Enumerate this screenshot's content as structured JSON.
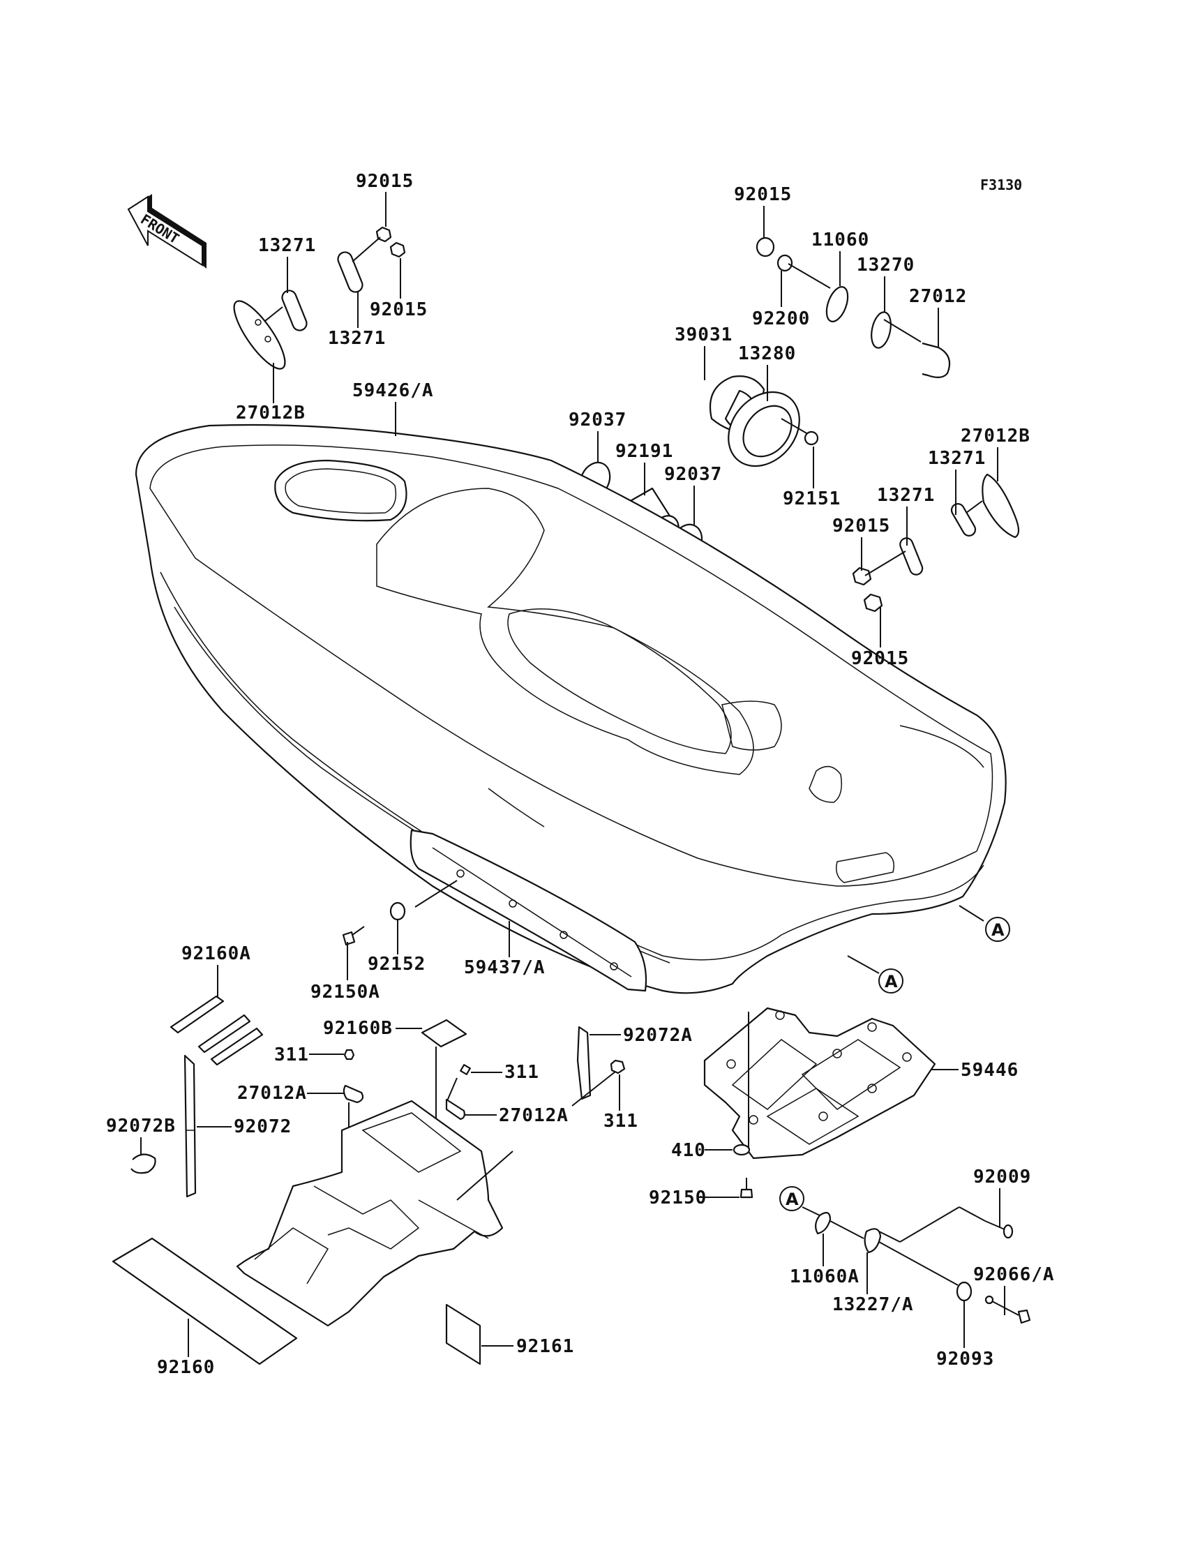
{
  "diagram": {
    "figure_code": "F3130",
    "front_indicator": "FRONT",
    "reference_marker": "A",
    "labels": [
      {
        "id": "p92015_a",
        "text": "92015"
      },
      {
        "id": "p13271_a",
        "text": "13271"
      },
      {
        "id": "p92015_b",
        "text": "92015"
      },
      {
        "id": "p13271_b",
        "text": "13271"
      },
      {
        "id": "p27012B_a",
        "text": "27012B"
      },
      {
        "id": "p59426A",
        "text": "59426/A"
      },
      {
        "id": "p92015_c",
        "text": "92015"
      },
      {
        "id": "p11060",
        "text": "11060"
      },
      {
        "id": "p13270",
        "text": "13270"
      },
      {
        "id": "p27012",
        "text": "27012"
      },
      {
        "id": "p92200",
        "text": "92200"
      },
      {
        "id": "p39031",
        "text": "39031"
      },
      {
        "id": "p13280",
        "text": "13280"
      },
      {
        "id": "p92037_a",
        "text": "92037"
      },
      {
        "id": "p92191",
        "text": "92191"
      },
      {
        "id": "p92037_b",
        "text": "92037"
      },
      {
        "id": "p92151",
        "text": "92151"
      },
      {
        "id": "p27012B_b",
        "text": "27012B"
      },
      {
        "id": "p13271_c",
        "text": "13271"
      },
      {
        "id": "p13271_d",
        "text": "13271"
      },
      {
        "id": "p92015_d",
        "text": "92015"
      },
      {
        "id": "p92015_e",
        "text": "92015"
      },
      {
        "id": "p92160A",
        "text": "92160A"
      },
      {
        "id": "p92150A",
        "text": "92150A"
      },
      {
        "id": "p92152",
        "text": "92152"
      },
      {
        "id": "p59437A",
        "text": "59437/A"
      },
      {
        "id": "p92160B",
        "text": "92160B"
      },
      {
        "id": "p311_a",
        "text": "311"
      },
      {
        "id": "p311_b",
        "text": "311"
      },
      {
        "id": "p27012A_a",
        "text": "27012A"
      },
      {
        "id": "p27012A_b",
        "text": "27012A"
      },
      {
        "id": "p92072A",
        "text": "92072A"
      },
      {
        "id": "p311_c",
        "text": "311"
      },
      {
        "id": "p92072B",
        "text": "92072B"
      },
      {
        "id": "p92072",
        "text": "92072"
      },
      {
        "id": "p59446",
        "text": "59446"
      },
      {
        "id": "p410",
        "text": "410"
      },
      {
        "id": "p92150",
        "text": "92150"
      },
      {
        "id": "p92009",
        "text": "92009"
      },
      {
        "id": "p11060A",
        "text": "11060A"
      },
      {
        "id": "p13227A",
        "text": "13227/A"
      },
      {
        "id": "p92066A",
        "text": "92066/A"
      },
      {
        "id": "p92093",
        "text": "92093"
      },
      {
        "id": "p92160",
        "text": "92160"
      },
      {
        "id": "p92161",
        "text": "92161"
      }
    ]
  }
}
